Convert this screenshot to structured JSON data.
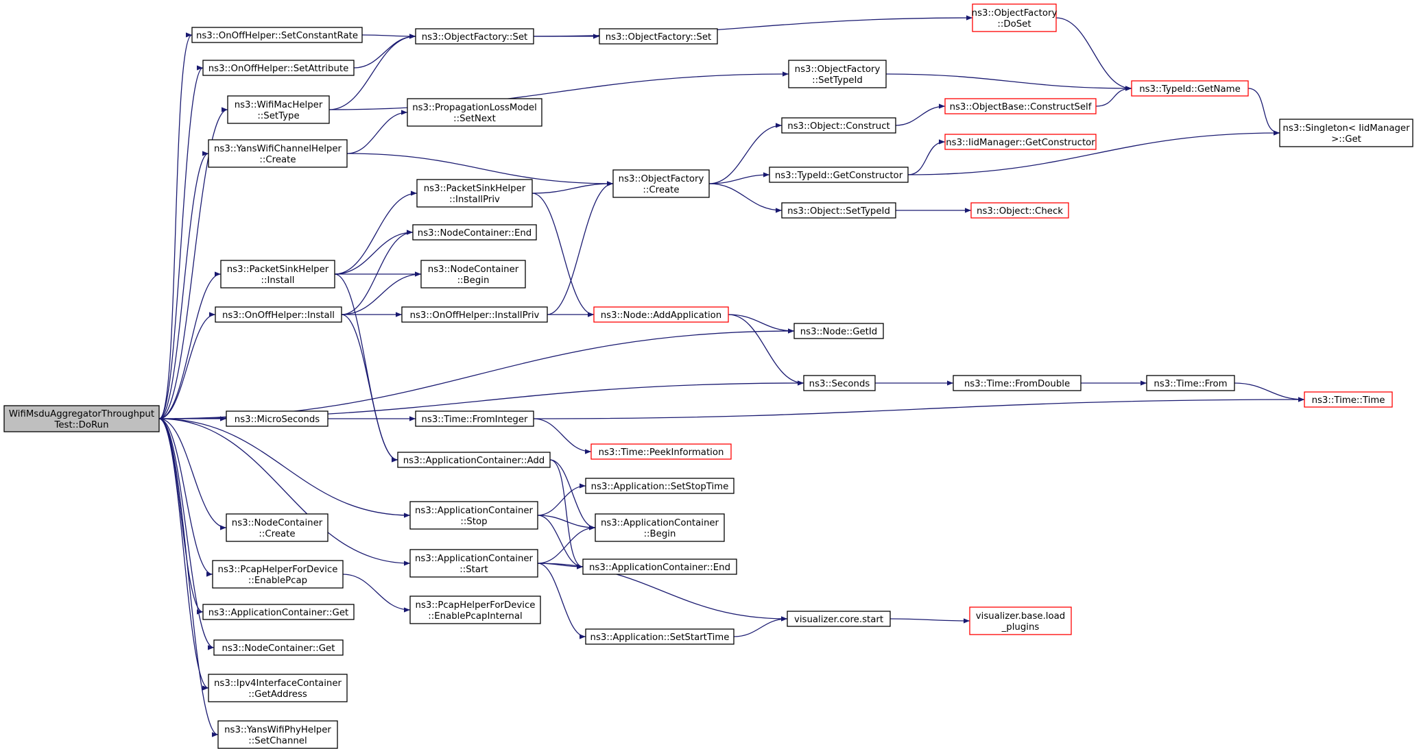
{
  "colors": {
    "edge": "#191970",
    "highlight_border": "#ff0000",
    "root_fill": "#bfbfbf",
    "normal_border": "#000000"
  },
  "nodes": [
    {
      "id": "root",
      "lines": [
        "WifiMsduAggregatorThroughput",
        "Test::DoRun"
      ],
      "style": "root"
    },
    {
      "id": "onoff_setconst",
      "lines": [
        "ns3::OnOffHelper::SetConstantRate"
      ]
    },
    {
      "id": "onoff_setattr",
      "lines": [
        "ns3::OnOffHelper::SetAttribute"
      ]
    },
    {
      "id": "wifimac_settype",
      "lines": [
        "ns3::WifiMacHelper",
        "::SetType"
      ]
    },
    {
      "id": "yanschan_create",
      "lines": [
        "ns3::YansWifiChannelHelper",
        "::Create"
      ]
    },
    {
      "id": "pktsink_install",
      "lines": [
        "ns3::PacketSinkHelper",
        "::Install"
      ]
    },
    {
      "id": "onoff_install",
      "lines": [
        "ns3::OnOffHelper::Install"
      ]
    },
    {
      "id": "microseconds",
      "lines": [
        "ns3::MicroSeconds"
      ]
    },
    {
      "id": "nodecont_create",
      "lines": [
        "ns3::NodeContainer",
        "::Create"
      ]
    },
    {
      "id": "pcap_enable",
      "lines": [
        "ns3::PcapHelperForDevice",
        "::EnablePcap"
      ]
    },
    {
      "id": "appcont_get",
      "lines": [
        "ns3::ApplicationContainer::Get"
      ]
    },
    {
      "id": "nodecont_get",
      "lines": [
        "ns3::NodeContainer::Get"
      ]
    },
    {
      "id": "ipv4_getaddr",
      "lines": [
        "ns3::Ipv4InterfaceContainer",
        "::GetAddress"
      ]
    },
    {
      "id": "yansphy_setchan",
      "lines": [
        "ns3::YansWifiPhyHelper",
        "::SetChannel"
      ]
    },
    {
      "id": "objfact_set",
      "lines": [
        "ns3::ObjectFactory::Set"
      ]
    },
    {
      "id": "proploss_setnext",
      "lines": [
        "ns3::PropagationLossModel",
        "::SetNext"
      ]
    },
    {
      "id": "pktsink_installpriv",
      "lines": [
        "ns3::PacketSinkHelper",
        "::InstallPriv"
      ]
    },
    {
      "id": "nodecont_end",
      "lines": [
        "ns3::NodeContainer::End"
      ]
    },
    {
      "id": "nodecont_begin",
      "lines": [
        "ns3::NodeContainer",
        "::Begin"
      ]
    },
    {
      "id": "onoff_installpriv",
      "lines": [
        "ns3::OnOffHelper::InstallPriv"
      ]
    },
    {
      "id": "time_fromint",
      "lines": [
        "ns3::Time::FromInteger"
      ]
    },
    {
      "id": "appcont_add",
      "lines": [
        "ns3::ApplicationContainer::Add"
      ]
    },
    {
      "id": "appcont_stop",
      "lines": [
        "ns3::ApplicationContainer",
        "::Stop"
      ]
    },
    {
      "id": "appcont_start",
      "lines": [
        "ns3::ApplicationContainer",
        "::Start"
      ]
    },
    {
      "id": "pcap_enableinternal",
      "lines": [
        "ns3::PcapHelperForDevice",
        "::EnablePcapInternal"
      ]
    },
    {
      "id": "objfact_set2",
      "lines": [
        "ns3::ObjectFactory::Set"
      ]
    },
    {
      "id": "objfact_create",
      "lines": [
        "ns3::ObjectFactory",
        "::Create"
      ]
    },
    {
      "id": "node_addapp",
      "lines": [
        "ns3::Node::AddApplication"
      ],
      "style": "red"
    },
    {
      "id": "time_peek",
      "lines": [
        "ns3::Time::PeekInformation"
      ],
      "style": "red"
    },
    {
      "id": "app_setstop",
      "lines": [
        "ns3::Application::SetStopTime"
      ]
    },
    {
      "id": "appcont_begin",
      "lines": [
        "ns3::ApplicationContainer",
        "::Begin"
      ]
    },
    {
      "id": "appcont_end",
      "lines": [
        "ns3::ApplicationContainer::End"
      ]
    },
    {
      "id": "app_setstart",
      "lines": [
        "ns3::Application::SetStartTime"
      ]
    },
    {
      "id": "objfact_doset",
      "lines": [
        "ns3::ObjectFactory",
        "::DoSet"
      ],
      "style": "red"
    },
    {
      "id": "objfact_settypeid",
      "lines": [
        "ns3::ObjectFactory",
        "::SetTypeId"
      ]
    },
    {
      "id": "object_construct",
      "lines": [
        "ns3::Object::Construct"
      ]
    },
    {
      "id": "typeid_getctor",
      "lines": [
        "ns3::TypeId::GetConstructor"
      ]
    },
    {
      "id": "object_settypeid",
      "lines": [
        "ns3::Object::SetTypeId"
      ]
    },
    {
      "id": "node_getid",
      "lines": [
        "ns3::Node::GetId"
      ]
    },
    {
      "id": "seconds",
      "lines": [
        "ns3::Seconds"
      ]
    },
    {
      "id": "vis_core_start",
      "lines": [
        "visualizer.core.start"
      ]
    },
    {
      "id": "objbase_constructself",
      "lines": [
        "ns3::ObjectBase::ConstructSelf"
      ],
      "style": "red"
    },
    {
      "id": "iidmgr_getctor",
      "lines": [
        "ns3::IidManager::GetConstructor"
      ],
      "style": "red"
    },
    {
      "id": "object_check",
      "lines": [
        "ns3::Object::Check"
      ],
      "style": "red"
    },
    {
      "id": "time_fromdouble",
      "lines": [
        "ns3::Time::FromDouble"
      ]
    },
    {
      "id": "vis_base_load",
      "lines": [
        "visualizer.base.load",
        "_plugins"
      ],
      "style": "red"
    },
    {
      "id": "typeid_getname",
      "lines": [
        "ns3::TypeId::GetName"
      ],
      "style": "red"
    },
    {
      "id": "time_from",
      "lines": [
        "ns3::Time::From"
      ]
    },
    {
      "id": "singleton_get",
      "lines": [
        "ns3::Singleton< IidManager",
        ">::Get"
      ]
    },
    {
      "id": "time_time",
      "lines": [
        "ns3::Time::Time"
      ],
      "style": "red"
    }
  ],
  "edges": [
    [
      "root",
      "onoff_setconst"
    ],
    [
      "root",
      "onoff_setattr"
    ],
    [
      "root",
      "wifimac_settype"
    ],
    [
      "root",
      "yanschan_create"
    ],
    [
      "root",
      "pktsink_install"
    ],
    [
      "root",
      "onoff_install"
    ],
    [
      "root",
      "node_getid"
    ],
    [
      "root",
      "seconds"
    ],
    [
      "root",
      "microseconds"
    ],
    [
      "root",
      "appcont_stop"
    ],
    [
      "root",
      "appcont_start"
    ],
    [
      "root",
      "nodecont_create"
    ],
    [
      "root",
      "pcap_enable"
    ],
    [
      "root",
      "appcont_get"
    ],
    [
      "root",
      "nodecont_get"
    ],
    [
      "root",
      "ipv4_getaddr"
    ],
    [
      "root",
      "yansphy_setchan"
    ],
    [
      "onoff_setconst",
      "objfact_set"
    ],
    [
      "onoff_setattr",
      "objfact_set"
    ],
    [
      "wifimac_settype",
      "objfact_set"
    ],
    [
      "wifimac_settype",
      "objfact_settypeid"
    ],
    [
      "yanschan_create",
      "proploss_setnext"
    ],
    [
      "yanschan_create",
      "objfact_create"
    ],
    [
      "pktsink_install",
      "pktsink_installpriv"
    ],
    [
      "pktsink_install",
      "nodecont_end"
    ],
    [
      "pktsink_install",
      "nodecont_begin"
    ],
    [
      "pktsink_install",
      "appcont_add"
    ],
    [
      "onoff_install",
      "nodecont_end"
    ],
    [
      "onoff_install",
      "nodecont_begin"
    ],
    [
      "onoff_install",
      "onoff_installpriv"
    ],
    [
      "onoff_install",
      "appcont_add"
    ],
    [
      "microseconds",
      "time_fromint"
    ],
    [
      "objfact_set",
      "objfact_doset"
    ],
    [
      "objfact_set",
      "objfact_set2"
    ],
    [
      "pktsink_installpriv",
      "objfact_create"
    ],
    [
      "pktsink_installpriv",
      "node_addapp"
    ],
    [
      "onoff_installpriv",
      "objfact_create"
    ],
    [
      "onoff_installpriv",
      "node_addapp"
    ],
    [
      "time_fromint",
      "time_peek"
    ],
    [
      "time_fromint",
      "time_time"
    ],
    [
      "appcont_add",
      "appcont_begin"
    ],
    [
      "appcont_add",
      "appcont_end"
    ],
    [
      "appcont_stop",
      "app_setstop"
    ],
    [
      "appcont_stop",
      "appcont_begin"
    ],
    [
      "appcont_stop",
      "appcont_end"
    ],
    [
      "appcont_start",
      "appcont_begin"
    ],
    [
      "appcont_start",
      "appcont_end"
    ],
    [
      "appcont_start",
      "vis_core_start"
    ],
    [
      "appcont_start",
      "app_setstart"
    ],
    [
      "pcap_enable",
      "pcap_enableinternal"
    ],
    [
      "objfact_create",
      "object_construct"
    ],
    [
      "objfact_create",
      "typeid_getctor"
    ],
    [
      "objfact_create",
      "object_settypeid"
    ],
    [
      "node_addapp",
      "node_getid"
    ],
    [
      "node_addapp",
      "seconds"
    ],
    [
      "app_setstart",
      "vis_core_start"
    ],
    [
      "objfact_doset",
      "typeid_getname"
    ],
    [
      "objfact_settypeid",
      "typeid_getname"
    ],
    [
      "object_construct",
      "objbase_constructself"
    ],
    [
      "typeid_getctor",
      "iidmgr_getctor"
    ],
    [
      "typeid_getctor",
      "singleton_get"
    ],
    [
      "object_settypeid",
      "object_check"
    ],
    [
      "seconds",
      "time_fromdouble"
    ],
    [
      "vis_core_start",
      "vis_base_load"
    ],
    [
      "objbase_constructself",
      "typeid_getname"
    ],
    [
      "time_fromdouble",
      "time_from"
    ],
    [
      "typeid_getname",
      "singleton_get"
    ],
    [
      "time_from",
      "time_time"
    ]
  ]
}
